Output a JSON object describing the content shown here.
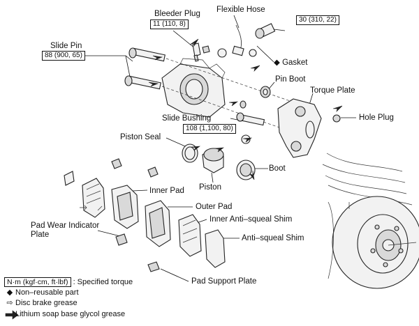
{
  "labels": {
    "bleeder_plug": "Bleeder Plug",
    "flexible_hose": "Flexible Hose",
    "slide_pin": "Slide Pin",
    "gasket": "Gasket",
    "pin_boot": "Pin Boot",
    "torque_plate": "Torque Plate",
    "hole_plug": "Hole Plug",
    "slide_bushing": "Slide Bushing",
    "piston_seal": "Piston Seal",
    "boot": "Boot",
    "piston": "Piston",
    "inner_pad": "Inner Pad",
    "outer_pad": "Outer Pad",
    "inner_anti_squeal_shim": "Inner Anti–squeal Shim",
    "pad_wear_indicator_plate_line1": "Pad Wear Indicator",
    "pad_wear_indicator_plate_line2": "Plate",
    "anti_squeal_shim": "Anti–squeal Shim",
    "pad_support_plate": "Pad Support Plate"
  },
  "torques": {
    "bleeder_plug": "11 (110, 8)",
    "flexible_hose": "30 (310, 22)",
    "slide_pin": "88 (900, 65)",
    "slide_bushing": "108 (1,100, 80)"
  },
  "legend": {
    "torque_unit": "N·m (kgf·cm, ft·lbf)",
    "torque_text": ": Specified torque",
    "non_reusable": "Non–reusable part",
    "disc_grease": "Disc brake grease",
    "lithium_grease": "Lithium soap base glycol grease"
  },
  "symbols": {
    "gasket_marker": "◆",
    "non_reusable_marker": "◆",
    "disc_grease_marker": "⇨",
    "lithium_grease_marker": "➜"
  }
}
